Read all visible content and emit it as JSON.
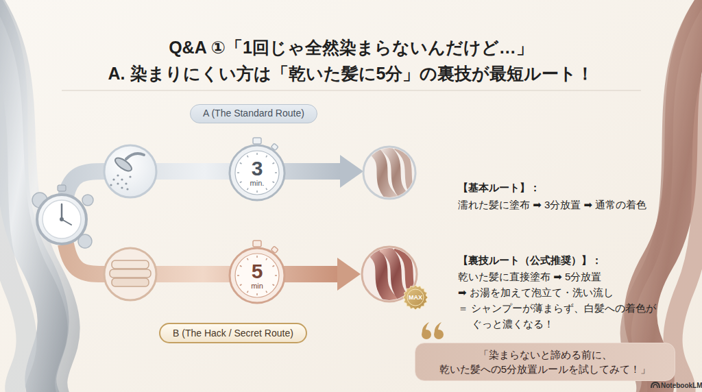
{
  "diagram": {
    "title": "Q&A ①「1回じゃ全然染まらないんだけど…」",
    "nodes": [
      {
        "text": [
          "A (The Standard Route)"
        ]
      },
      {
        "text": [
          "3",
          "min."
        ]
      },
      {
        "text": [
          "5",
          "min"
        ]
      },
      {
        "text": [
          "MAX"
        ]
      },
      {
        "text": [
          "B (The Hack / Secret Route)"
        ]
      },
      {
        "text": [
          "「染まらないと諦める前に、 乾いた髪への5分放置ルールを試してみて！」"
        ]
      }
    ],
    "labels": [
      "A. 染まりにくい方は「乾いた髪に5分」の裏技が最短ルート！",
      "【基本ルート】：",
      "濡れた髪に塗布 ➡ 3分放置 ➡ 通常の着色",
      "【裏技ルート（公式推奨）】：",
      "乾いた髪に直接塗布 ➡ 5分放置",
      "➡ お湯を加えて泡立て・洗い流し",
      "＝ シャンプーが薄まらず、白髪への着色が ぐっと濃くなる！",
      "NotebookLM"
    ]
  }
}
